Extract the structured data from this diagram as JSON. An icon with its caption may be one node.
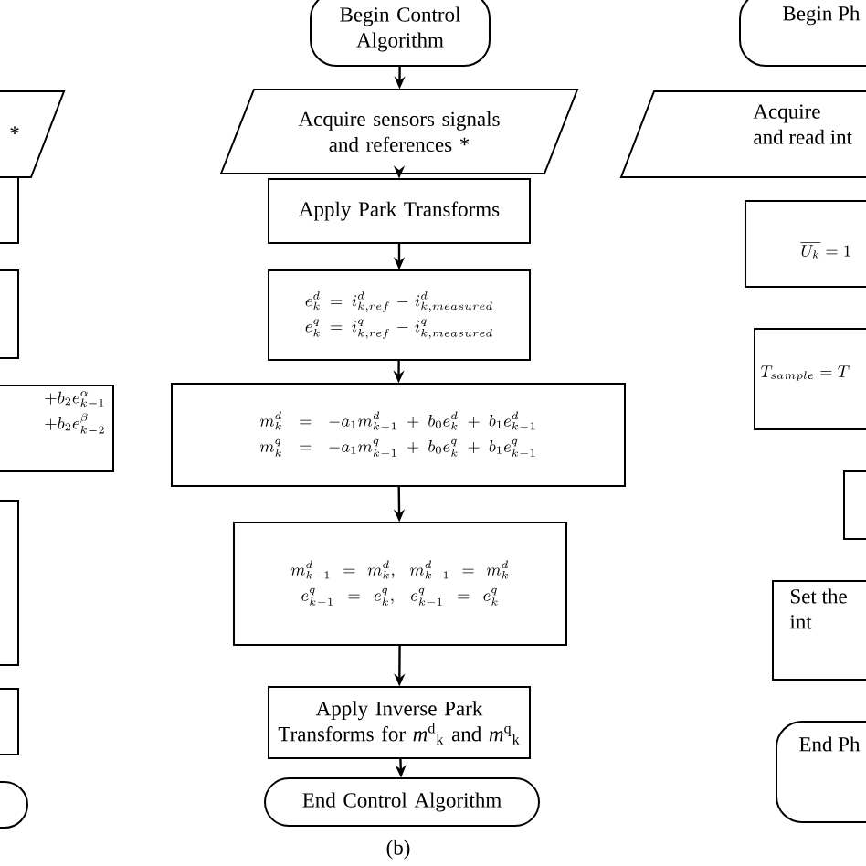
{
  "diagram": {
    "caption": "(b)",
    "nodes": [
      {
        "text": [
          "*"
        ]
      },
      {
        "text": [],
        "shape": "box"
      },
      {
        "text": [],
        "shape": "box"
      },
      {
        "text": [
          "+ b_2 e_{k-1}^{\\alpha}",
          "+ b_2 e_{k-2}^{\\beta}"
        ]
      },
      {
        "text": [],
        "shape": "box"
      },
      {
        "text": [],
        "shape": "box"
      },
      {
        "text": [],
        "shape": "oval"
      },
      {
        "text": [
          "Begin Control Algorithm"
        ]
      },
      {
        "text": [
          "Acquire sensors signals and references *"
        ]
      },
      {
        "text": [
          "Apply Park Transforms"
        ]
      },
      {
        "text": [
          "e_k^d = i_{k,ref}^d - i_{k,measured}^d",
          "e_k^q = i_{k,ref}^q - i_{k,measured}^q"
        ]
      },
      {
        "text": [
          "m_k^d = -a_1 m_{k-1}^d + b_0 e_k^d + b_1 e_{k-1}^d",
          "m_k^q = -a_1 m_{k-1}^q + b_0 e_k^q + b_1 e_{k-1}^q"
        ]
      },
      {
        "text": [
          "m_{k-1}^d = m_k^d,\\; m_{k-1}^d = m_k^d",
          "e_{k-1}^q = e_k^q,\\; e_{k-1}^q = e_k^q"
        ]
      },
      {
        "text": [
          "Apply Inverse Park Transforms for *m*$^{d}$$_{k}$ and *m*$^{q}$$_{k}$"
        ]
      },
      {
        "text": [
          "End Control Algorithm"
        ]
      },
      {
        "text": [
          "Begin Ph"
        ]
      },
      {
        "text": [
          "Acquire",
          "and read int"
        ]
      },
      {
        "text": [
          "\\overline{U_k} = 1"
        ]
      },
      {
        "text": [
          "T_{sample} = T"
        ]
      },
      {
        "text": [],
        "shape": "box"
      },
      {
        "text": [
          "Set the",
          "int"
        ]
      },
      {
        "text": [
          "End Ph"
        ]
      }
    ],
    "edges": [
      {
        "from": 7,
        "to": 8,
        "arrow": "to"
      },
      {
        "from": 8,
        "to": 9,
        "arrow": "to"
      },
      {
        "from": 9,
        "to": 10,
        "arrow": "to"
      },
      {
        "from": 10,
        "to": 11,
        "arrow": "to"
      },
      {
        "from": 11,
        "to": 12,
        "arrow": "to"
      },
      {
        "from": 12,
        "to": 13,
        "arrow": "to"
      },
      {
        "from": 13,
        "to": 14,
        "arrow": "to"
      }
    ]
  }
}
